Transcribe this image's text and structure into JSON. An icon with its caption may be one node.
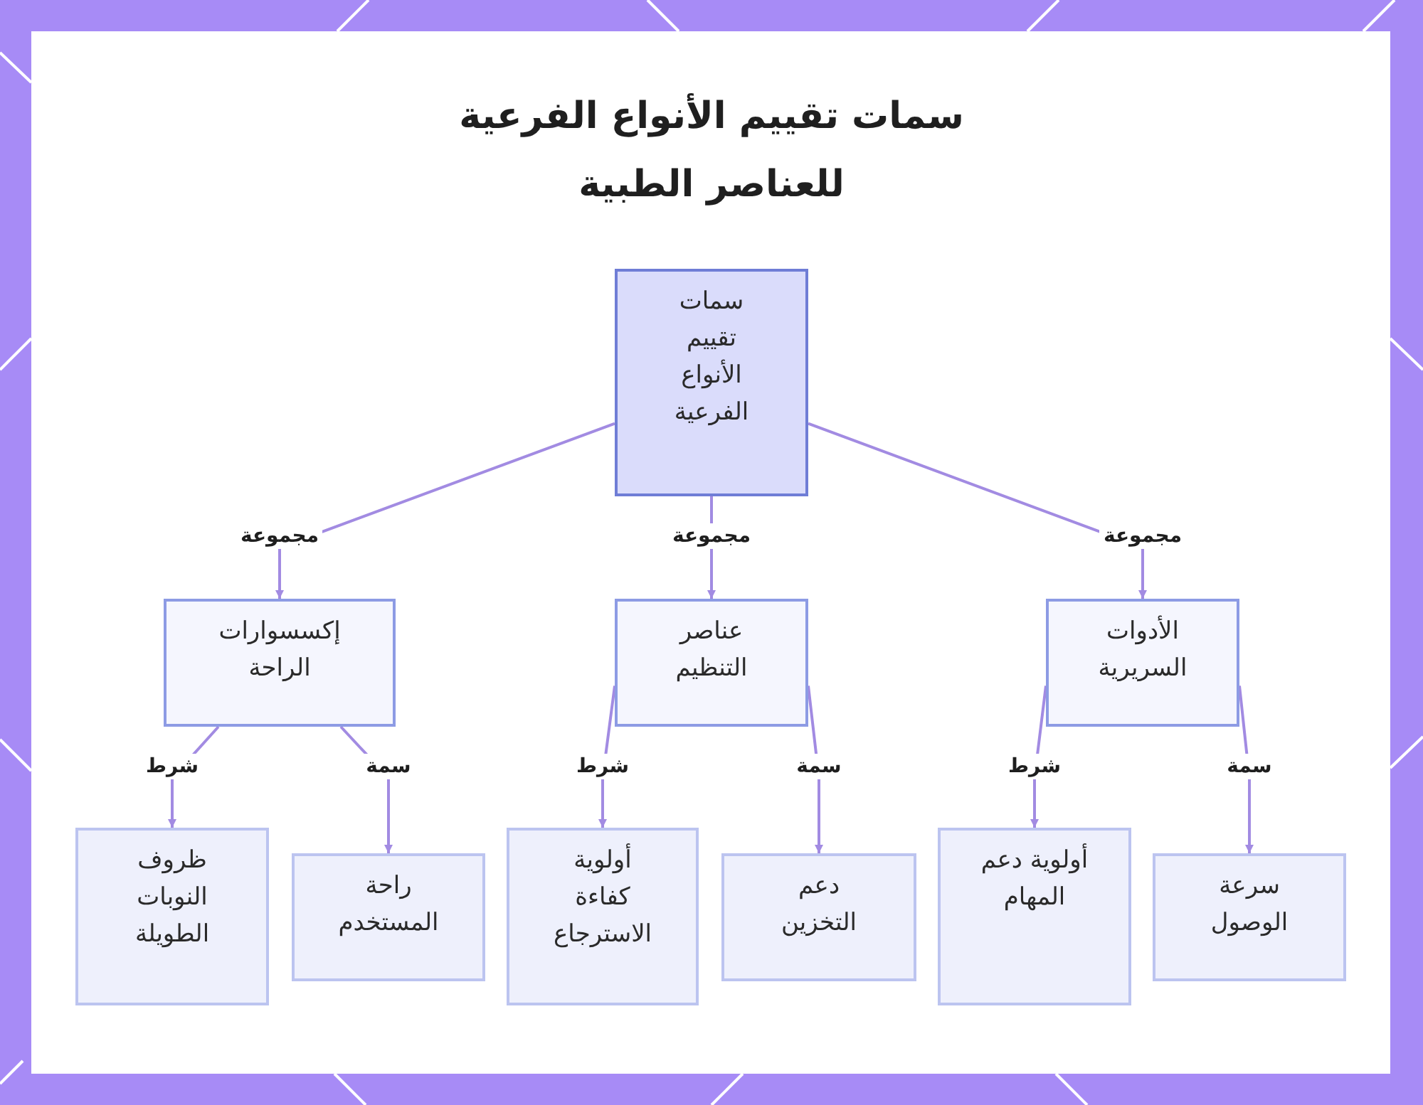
{
  "diagram": {
    "title": "سمات تقييم الأنواع الفرعية للعناصر الطبية",
    "nodes": [
      {
        "text": [
          "سمات تقييم الأنواع الفرعية"
        ]
      },
      {
        "text": [
          "إكسسوارات الراحة"
        ]
      },
      {
        "text": [
          "عناصر التنظيم"
        ]
      },
      {
        "text": [
          "الأدوات السريرية"
        ]
      },
      {
        "text": [
          "ظروف النوبات الطويلة"
        ]
      },
      {
        "text": [
          "راحة المستخدم"
        ]
      },
      {
        "text": [
          "أولوية كفاءة الاسترجاع"
        ]
      },
      {
        "text": [
          "دعم التخزين"
        ]
      },
      {
        "text": [
          "أولوية دعم المهام"
        ]
      },
      {
        "text": [
          "سرعة الوصول"
        ]
      }
    ],
    "edges": [
      {
        "from": 0,
        "to": 1,
        "arrow": "to",
        "label": "مجموعة"
      },
      {
        "from": 0,
        "to": 2,
        "arrow": "to",
        "label": "مجموعة"
      },
      {
        "from": 0,
        "to": 3,
        "arrow": "to",
        "label": "مجموعة"
      },
      {
        "from": 1,
        "to": 4,
        "arrow": "to",
        "label": "شرط"
      },
      {
        "from": 1,
        "to": 5,
        "arrow": "to",
        "label": "سمة"
      },
      {
        "from": 2,
        "to": 6,
        "arrow": "to",
        "label": "شرط"
      },
      {
        "from": 2,
        "to": 7,
        "arrow": "to",
        "label": "سمة"
      },
      {
        "from": 3,
        "to": 8,
        "arrow": "to",
        "label": "شرط"
      },
      {
        "from": 3,
        "to": 9,
        "arrow": "to",
        "label": "سمة"
      }
    ]
  }
}
